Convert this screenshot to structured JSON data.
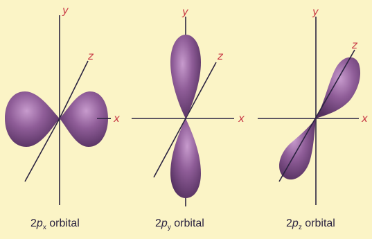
{
  "orbitals": [
    {
      "name": "2px",
      "axes": {
        "y": "y",
        "z": "z",
        "x": "x"
      },
      "caption": {
        "prefix": "2",
        "letter": "p",
        "subscript": "x",
        "suffix": " orbital"
      }
    },
    {
      "name": "2py",
      "axes": {
        "y": "y",
        "z": "z",
        "x": "x"
      },
      "caption": {
        "prefix": "2",
        "letter": "p",
        "subscript": "y",
        "suffix": " orbital"
      }
    },
    {
      "name": "2pz",
      "axes": {
        "y": "y",
        "z": "z",
        "x": "x"
      },
      "caption": {
        "prefix": "2",
        "letter": "p",
        "subscript": "z",
        "suffix": " orbital"
      }
    }
  ],
  "colors": {
    "background": "#fbf4c6",
    "lobe": "#7f4f88",
    "axis": "#2b2340",
    "axis_label": "#c83a46"
  }
}
